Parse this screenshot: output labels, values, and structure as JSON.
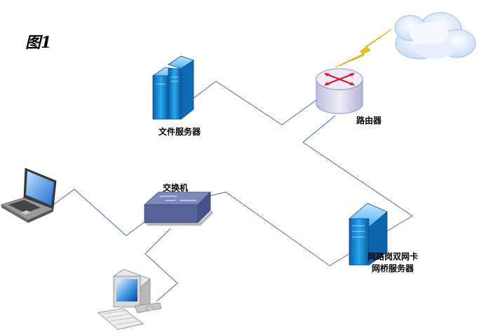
{
  "figure_label": "图1",
  "nodes": {
    "file_server": {
      "label": "文件服务器"
    },
    "router": {
      "label": "路由器"
    },
    "switch": {
      "label": "交换机"
    },
    "bridge_server": {
      "label_line1": "网路岗双网卡",
      "label_line2": "网桥服务器"
    }
  },
  "colors": {
    "link": "#3f5f9f",
    "server_blue": "#1a8fd6",
    "router_body": "#d7d7ee",
    "router_arrows": "#e0102a",
    "switch_body": "#5a6aa0",
    "lightning": "#f2c218",
    "cloud": "#dbe9f8"
  },
  "icons": [
    "cloud-icon",
    "lightning-icon",
    "router-icon",
    "file-server-icon",
    "switch-icon",
    "laptop-icon",
    "desktop-pc-icon",
    "bridge-server-icon"
  ]
}
